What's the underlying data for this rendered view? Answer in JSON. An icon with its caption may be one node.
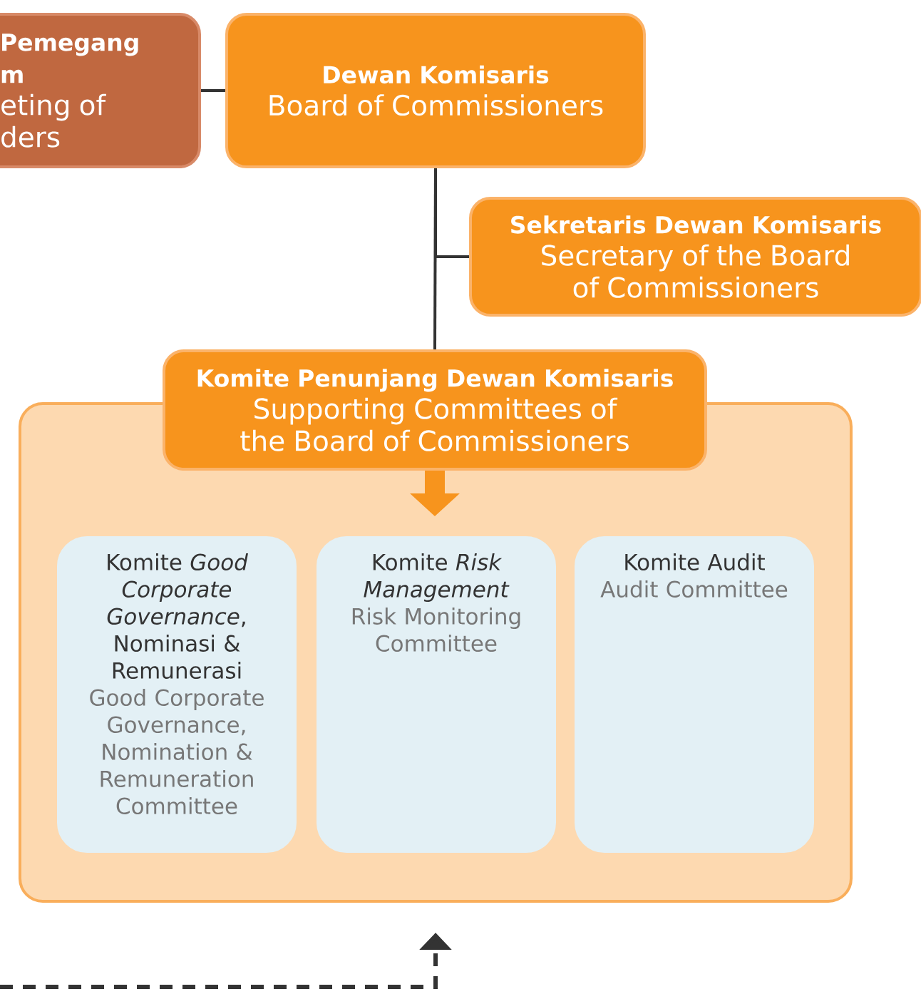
{
  "diagram": {
    "nodes": [
      {
        "text": [
          "Pemegang m",
          "eting of ders"
        ]
      },
      {
        "text": [
          "Dewan Komisaris",
          "Board of Commissioners"
        ]
      },
      {
        "text": [
          "Sekretaris Dewan Komisaris",
          "Secretary of the Board of Commissioners"
        ]
      },
      {
        "text": [],
        "shape": "box"
      },
      {
        "text": [
          "Komite Penunjang Dewan Komisaris",
          "Supporting Committees of the Board of Commissioners"
        ]
      },
      {
        "text": [
          "Komite *Good Corporate Governance*, Nominasi & Remunerasi",
          "Good Corporate Governance, Nomination & Remuneration Committee"
        ],
        "in": 3
      },
      {
        "text": [
          "Komite *Risk Management*",
          "Risk Monitoring Committee"
        ],
        "in": 3
      },
      {
        "text": [
          "Komite Audit",
          "Audit Committee"
        ],
        "in": 3
      }
    ],
    "edges": [
      {
        "from": 0,
        "to": 1,
        "arrow": "none"
      },
      {
        "from": 1,
        "to": 2,
        "arrow": "none"
      },
      {
        "from": 1,
        "to": 4,
        "arrow": "none"
      },
      {
        "from": 4,
        "to": null,
        "arrow": "to",
        "style": "thick",
        "color": "#f7941d"
      },
      {
        "from": null,
        "to": 3,
        "arrow": "to",
        "style": "dashed"
      }
    ]
  }
}
